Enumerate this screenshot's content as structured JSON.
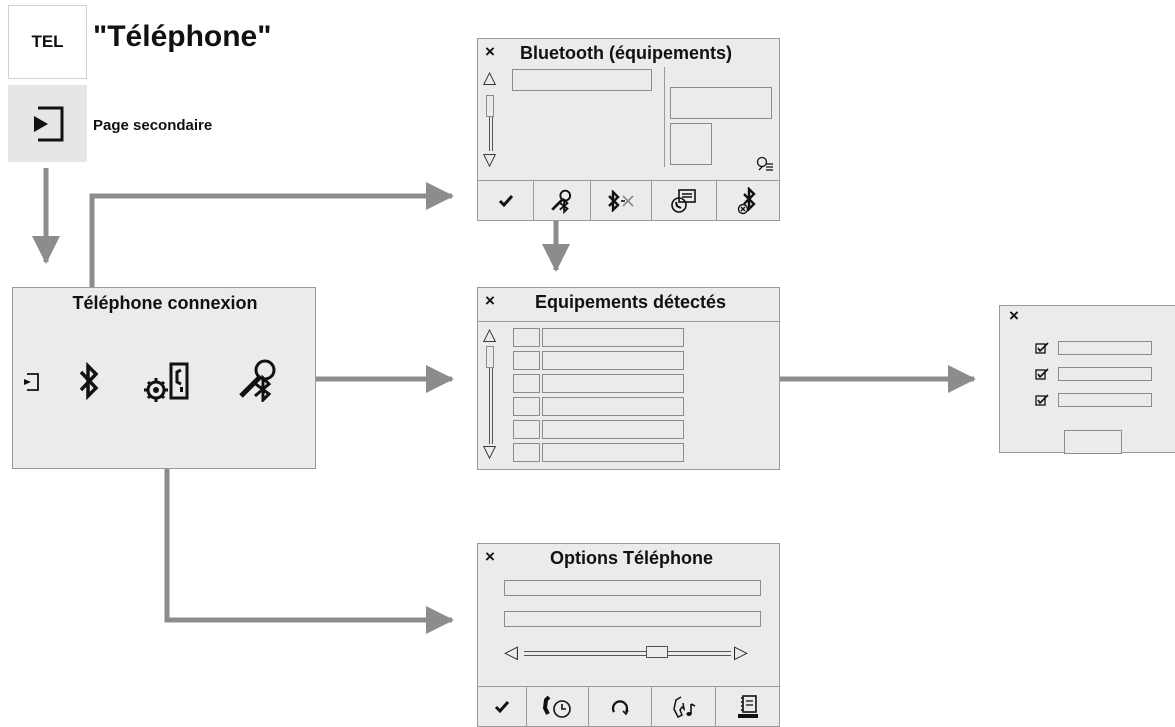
{
  "header": {
    "tel_label": "TEL",
    "title": "\"Téléphone\"",
    "secondary_label": "Page secondaire"
  },
  "connexion": {
    "title": "Téléphone connexion",
    "icons": [
      "secondary-page-icon",
      "bluetooth-icon",
      "phone-settings-icon",
      "search-bluetooth-icon"
    ]
  },
  "bluetooth": {
    "close": "×",
    "title": "Bluetooth (équipements)",
    "toolbar_icons": [
      "check-icon",
      "search-bluetooth-icon",
      "bluetooth-disconnect-icon",
      "phone-profile-icon",
      "bluetooth-delete-icon"
    ]
  },
  "detected": {
    "close": "×",
    "title": "Equipements détectés",
    "row_count": 6
  },
  "options": {
    "close": "×",
    "title": "Options Téléphone",
    "toolbar_icons": [
      "check-icon",
      "call-log-icon",
      "refresh-icon",
      "ringtone-icon",
      "phonebook-icon"
    ]
  },
  "profile": {
    "close": "×",
    "checkbox_count": 3
  },
  "colors": {
    "panel_bg": "#ebebeb",
    "arrow": "#8c8c8c",
    "border": "#9a9a9a"
  }
}
